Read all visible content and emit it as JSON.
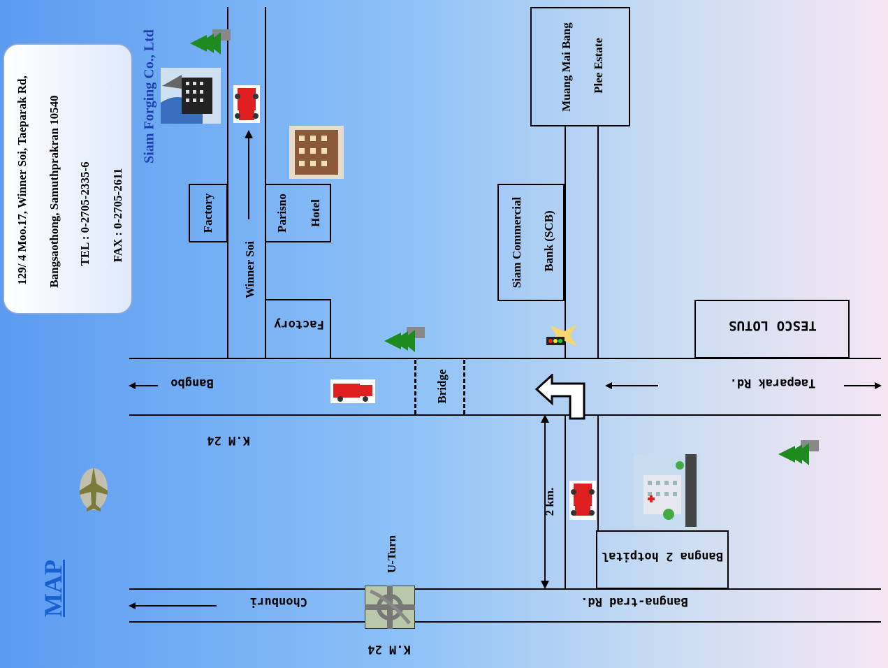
{
  "map": {
    "title": "MAP",
    "company": "Siam Forging Co., Ltd",
    "address": {
      "line1": "129/ 4  Moo.17, Winner Soi, Taeparak Rd,",
      "line2": "Bangsaothong, Samuthprakran 10540",
      "tel": "TEL : 0-2705-2335-6",
      "fax": "FAX : 0-2705-2611"
    },
    "roads": {
      "winner_soi": "Winner Soi",
      "bangpo": "Bangbo",
      "km24_top": "K.M  24",
      "km24_bottom": "K.M 24",
      "chonburi": "Chonburi",
      "bangna_trad": "Bangna-trad Rd.",
      "taeparak": "Taeparak Rd.",
      "bridge": "Bridge",
      "uturn": "U-Turn",
      "distance": "2 km."
    },
    "buildings": {
      "factory1": "Factory",
      "factory2": "Factory",
      "hotel_line1": "Parisno",
      "hotel_line2": "Hotel",
      "scb_line1": "Siam Commercial",
      "scb_line2": "Bank (SCB)",
      "muang_line1": "Muang Mai Bang",
      "muang_line2": "Plee Estate",
      "tesco": "TESCO  LOTUS",
      "hospital": "Bangna 2 hotpital"
    },
    "icons": [
      "tree-icon",
      "factory-icon",
      "truck-icon",
      "hotel-icon",
      "traffic-light-icon",
      "airplane-icon",
      "interchange-icon",
      "hospital-icon"
    ],
    "colors": {
      "title": "#1a5fd0",
      "company": "#1e3fb0",
      "truck": "#e02020",
      "tree": "#1f8a1f"
    }
  }
}
